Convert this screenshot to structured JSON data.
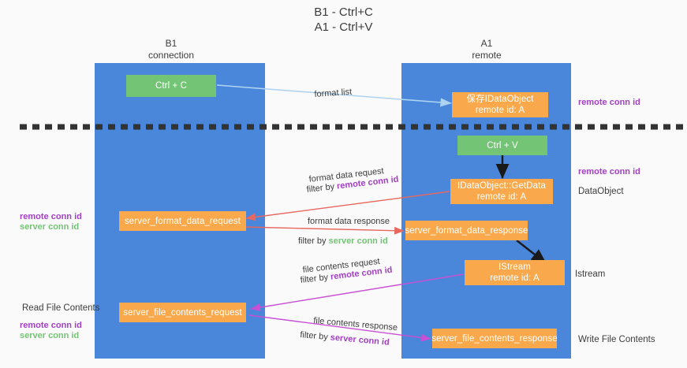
{
  "title": {
    "line1": "B1 - Ctrl+C",
    "line2": "A1 - Ctrl+V"
  },
  "columns": [
    {
      "name": "B1",
      "role": "connection"
    },
    {
      "name": "A1",
      "role": "remote"
    }
  ],
  "colors": {
    "lane": "#4a86d9",
    "green_node": "#74c476",
    "orange_node": "#f9a94b",
    "purple_keyword": "#a33fc4",
    "green_keyword": "#74c476",
    "arrow_format_list": "#aed4f2",
    "arrow_format_data": "#e8675f",
    "arrow_file_contents": "#c94fd4",
    "arrow_black": "#1a1a1a",
    "divider": "#333333",
    "background": "#fafafa"
  },
  "nodes": {
    "ctrl_c": {
      "label": "Ctrl + C",
      "kind": "green"
    },
    "ctrl_v": {
      "label": "Ctrl + V",
      "kind": "green"
    },
    "save_dataobject": {
      "label": "保存IDataObject",
      "sub": "remote id: A",
      "kind": "orange"
    },
    "getdata": {
      "label": "IDataObject::GetData",
      "sub": "remote id: A",
      "kind": "orange"
    },
    "istream": {
      "label": "IStream",
      "sub": "remote id: A",
      "kind": "orange"
    },
    "server_format_data_request": {
      "label": "server_format_data_request",
      "kind": "orange"
    },
    "server_format_data_response": {
      "label": "server_format_data_response",
      "kind": "orange"
    },
    "server_file_contents_request": {
      "label": "server_file_contents_request",
      "kind": "orange"
    },
    "server_file_contents_response": {
      "label": "server_file_contents_response",
      "kind": "orange"
    }
  },
  "edge_labels": {
    "format_list": "format list",
    "format_data_request": "format data request",
    "format_data_request_filter_prefix": "filter by ",
    "format_data_request_filter_key": "remote conn id",
    "format_data_response": "format data response",
    "format_data_response_filter_prefix": "filter by ",
    "format_data_response_filter_key": "server conn id",
    "file_contents_request": "file contents request",
    "file_contents_request_filter_prefix": "filter by ",
    "file_contents_request_filter_key": "remote conn id",
    "file_contents_response": "file contents response",
    "file_contents_response_filter_prefix": "filter by ",
    "file_contents_response_filter_key": "server conn id"
  },
  "right_labels": {
    "remote_conn_id_top": "remote conn id",
    "remote_conn_id_mid": "remote conn id",
    "dataobject": "DataObject",
    "istream": "Istream",
    "write_file_contents": "Write File Contents"
  },
  "left_labels": {
    "remote_conn_id_mid": "remote conn id",
    "server_conn_id_mid": "server conn id",
    "read_file_contents": "Read File Contents",
    "remote_conn_id_bottom": "remote conn id",
    "server_conn_id_bottom": "server conn id"
  }
}
